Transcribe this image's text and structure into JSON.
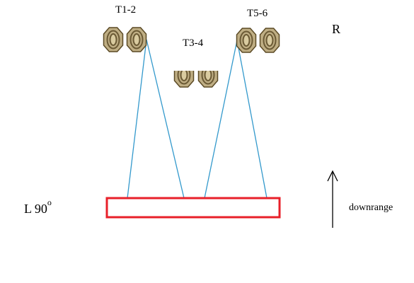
{
  "labels": {
    "t12": "T1-2",
    "t34": "T3-4",
    "t56": "T5-6",
    "right": "R",
    "left": "L 90",
    "left_degree": "o",
    "downrange": "downrange"
  },
  "colors": {
    "line": "#3399cc",
    "box": "#e8202a",
    "arrow": "#000000",
    "target_fill": "#bfae84",
    "target_ring": "#6b5a35"
  },
  "icons": {
    "target": "octagon-ring-target-icon",
    "arrow": "up-arrow-icon"
  }
}
